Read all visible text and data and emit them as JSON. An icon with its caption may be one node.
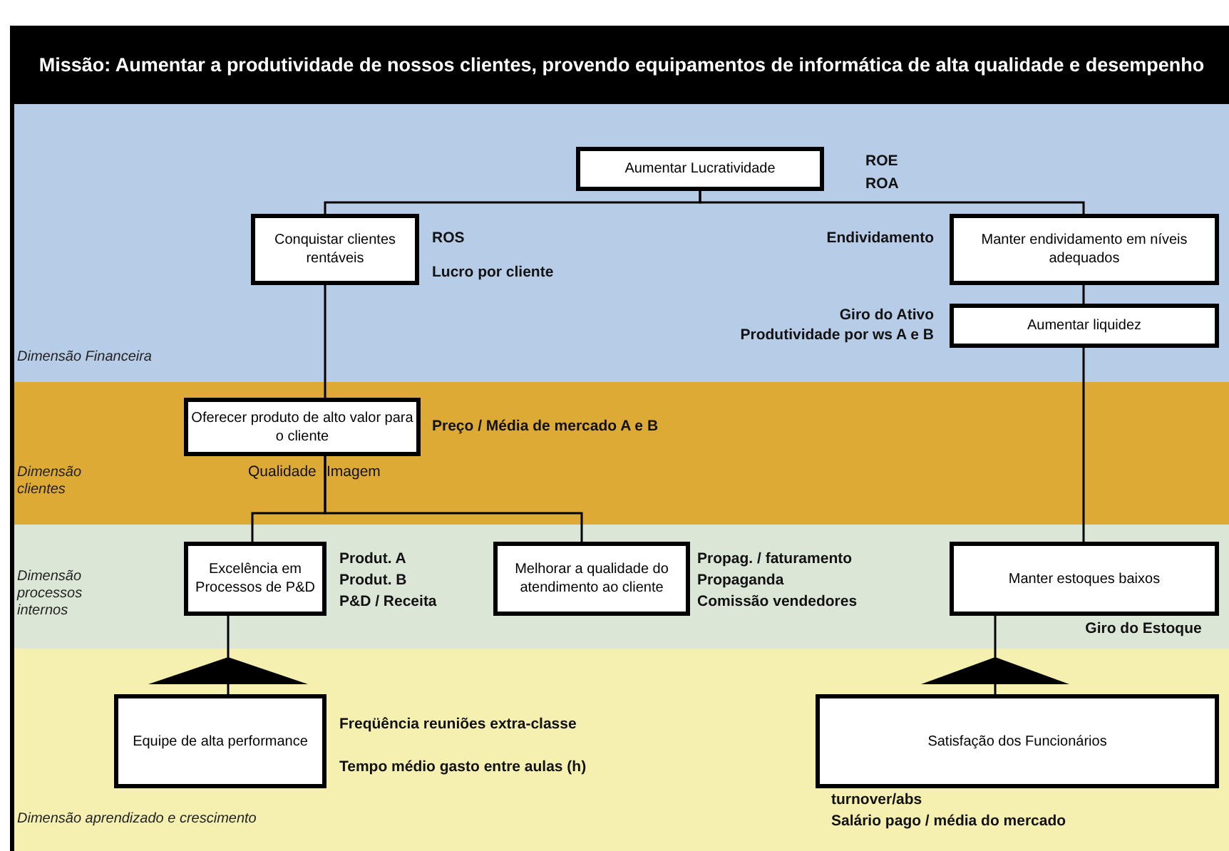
{
  "diagram": {
    "title": "Missão: Aumentar a produtividade de nossos clientes, provendo equipamentos de informática de alta qualidade e desempenho",
    "nodes": [
      {
        "text": [
          "Dimensão Financeira"
        ]
      },
      {
        "text": [
          "Aumentar Lucratividade"
        ],
        "in": 0,
        "beside": [
          "ROE",
          "ROA"
        ]
      },
      {
        "text": [
          "Conquistar clientes rentáveis"
        ],
        "in": 0,
        "beside": [
          "ROS",
          "Lucro por cliente"
        ]
      },
      {
        "text": [
          "Manter endividamento em níveis adequados"
        ],
        "in": 0,
        "beside": [
          "Endividamento"
        ]
      },
      {
        "text": [
          "Aumentar liquidez"
        ],
        "in": 0,
        "beside": [
          "Giro do Ativo",
          "Produtividade por ws A e B"
        ]
      },
      {
        "text": [
          "Dimensão clientes"
        ]
      },
      {
        "text": [
          "Oferecer produto de alto valor para o cliente"
        ],
        "in": 5,
        "beside": [
          "Preço / Média de mercado A e B",
          "Qualidade",
          "Imagem"
        ]
      },
      {
        "text": [
          "Dimensão processos internos"
        ]
      },
      {
        "text": [
          "Excelência em Processos de P&D"
        ],
        "in": 7,
        "beside": [
          "Produt. A",
          "Produt. B",
          "P&D / Receita"
        ]
      },
      {
        "text": [
          "Melhorar a qualidade do atendimento ao cliente"
        ],
        "in": 7,
        "beside": [
          "Propag. / faturamento",
          "Propaganda",
          "Comissão vendedores"
        ]
      },
      {
        "text": [
          "Manter estoques baixos"
        ],
        "in": 7,
        "beside": [
          "Giro do Estoque"
        ]
      },
      {
        "text": [
          "Dimensão aprendizado e crescimento"
        ]
      },
      {
        "text": [
          "Equipe de alta performance"
        ],
        "in": 11,
        "beside": [
          "Freqüência reuniões extra-classe",
          "Tempo médio gasto entre aulas (h)"
        ]
      },
      {
        "text": [
          "Satisfação dos Funcionários"
        ],
        "in": 11,
        "beside": [
          "turnover/abs",
          "Salário pago / média do mercado"
        ]
      }
    ],
    "edges": [
      {
        "from": 1,
        "to": 2,
        "arrow": "none"
      },
      {
        "from": 1,
        "to": 3,
        "arrow": "none"
      },
      {
        "from": 3,
        "to": 4,
        "arrow": "none"
      },
      {
        "from": 2,
        "to": 6,
        "arrow": "none"
      },
      {
        "from": 4,
        "to": 10,
        "arrow": "none"
      },
      {
        "from": 6,
        "to": 8,
        "arrow": "none"
      },
      {
        "from": 6,
        "to": 9,
        "arrow": "none"
      },
      {
        "from": 12,
        "to": 8,
        "arrow": "to"
      },
      {
        "from": 13,
        "to": 10,
        "arrow": "to"
      }
    ]
  }
}
